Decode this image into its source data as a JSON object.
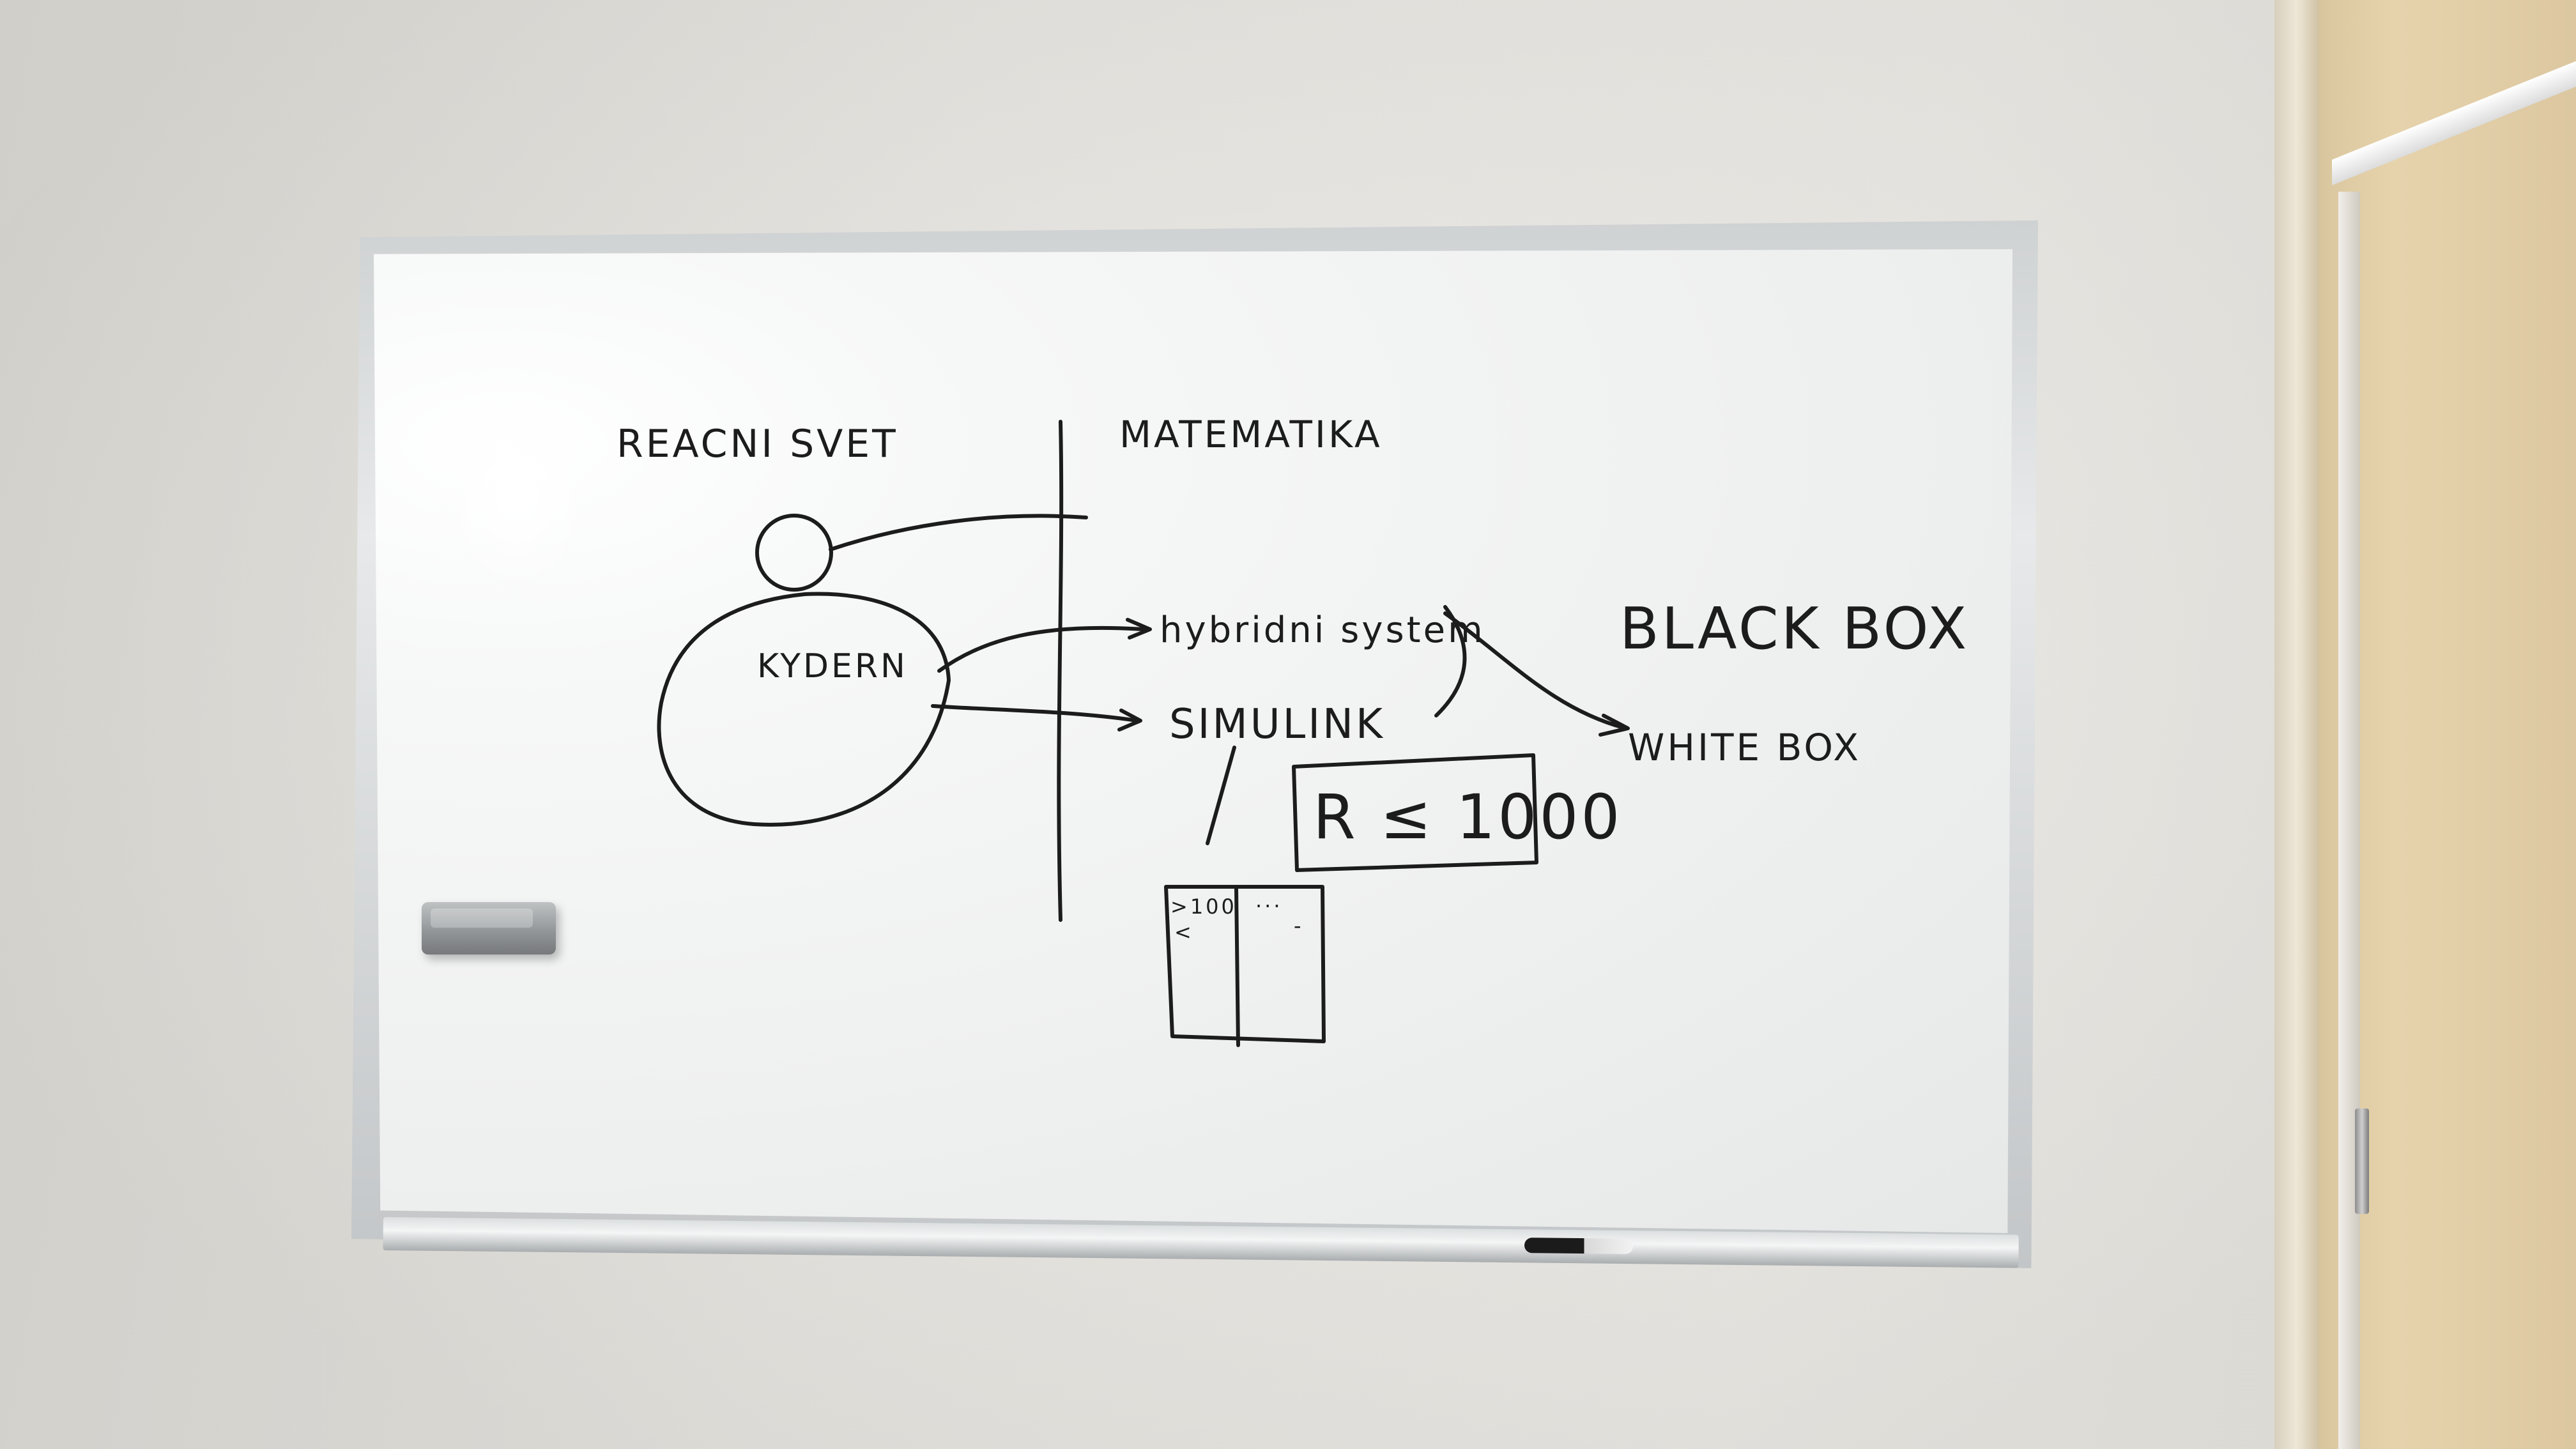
{
  "whiteboard": {
    "text_left": "REACNI SVET",
    "text_right": "MATEMATIKA",
    "text_left_oval": "KYDERN",
    "text_hybrid": "hybridni system",
    "text_simulink": "SIMULINK",
    "text_box": "R ≤ 1000",
    "text_black_box": "BLACK BOX",
    "text_white_box": "WHITE BOX",
    "table_cell_1": ">100",
    "table_cell_2": "<",
    "table_cell_3": "...",
    "table_cell_4": "-"
  },
  "colors": {
    "ink": "#1c1c1c",
    "board": "#f0f1f1",
    "wall": "#e5e3de",
    "door": "#e0cba3"
  }
}
